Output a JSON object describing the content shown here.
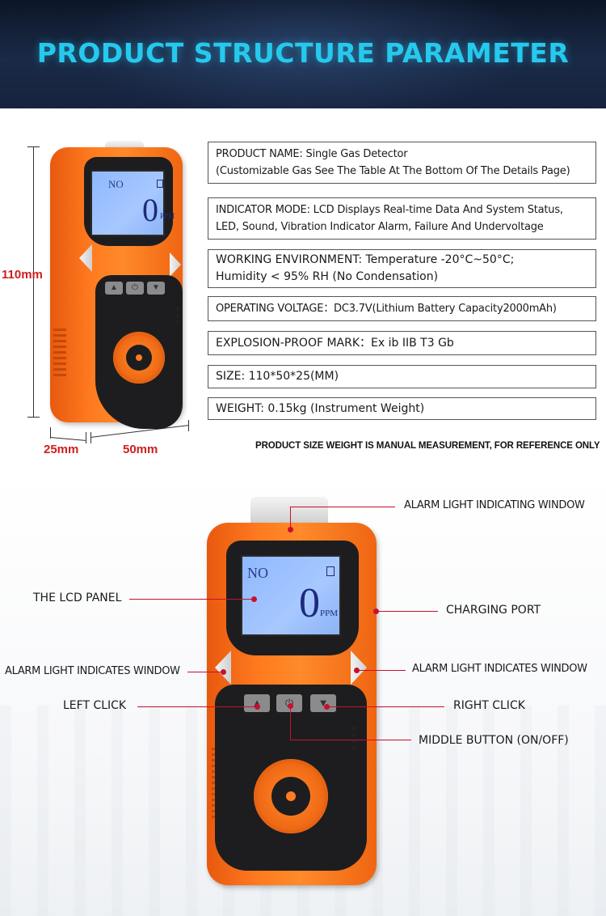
{
  "header": {
    "title": "PRODUCT STRUCTURE PARAMETER"
  },
  "dimensions": {
    "height": "110mm",
    "depth": "25mm",
    "width": "50mm"
  },
  "device_screen": {
    "gas": "NO",
    "reading": "0",
    "unit": "PPM"
  },
  "specs": [
    {
      "line1": "PRODUCT NAME: Single Gas Detector",
      "line2": "(Customizable Gas See The Table At The Bottom Of The Details Page)"
    },
    {
      "line1": "INDICATOR MODE: LCD Displays Real-time Data And System Status,",
      "line2": "LED, Sound, Vibration Indicator Alarm, Failure And Undervoltage"
    },
    {
      "line1": "WORKING ENVIRONMENT: Temperature -20°C~50°C;",
      "line2": "Humidity < 95% RH (No Condensation)"
    },
    {
      "line1": "OPERATING VOLTAGE：DC3.7V(Lithium Battery Capacity2000mAh)"
    },
    {
      "line1": "EXPLOSION-PROOF MARK：Ex ib IIB T3 Gb"
    },
    {
      "line1": "SIZE: 110*50*25(MM)"
    },
    {
      "line1": "WEIGHT: 0.15kg (Instrument Weight)"
    }
  ],
  "note": "PRODUCT SIZE WEIGHT IS MANUAL MEASUREMENT, FOR REFERENCE ONLY",
  "callouts": {
    "alarm_window_top": "ALARM LIGHT INDICATING WINDOW",
    "lcd_panel": "THE LCD PANEL",
    "charging_port": "CHARGING PORT",
    "alarm_window_left": "ALARM LIGHT INDICATES WINDOW",
    "alarm_window_right": "ALARM LIGHT INDICATES WINDOW",
    "left_click": "LEFT CLICK",
    "right_click": "RIGHT CLICK",
    "middle_button": "MIDDLE BUTTON (ON/OFF)"
  },
  "icons": [
    "power-icon",
    "triangle-up-icon",
    "triangle-down-icon",
    "battery-icon"
  ]
}
